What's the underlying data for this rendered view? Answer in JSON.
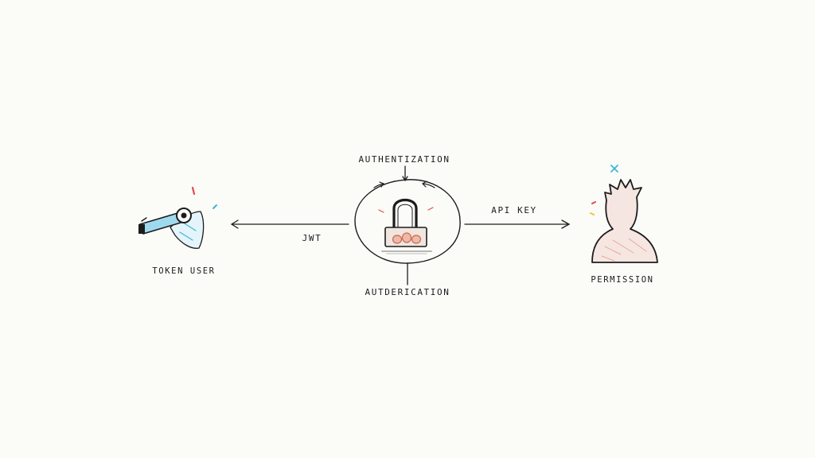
{
  "diagram": {
    "top_label": "AUTHENTIZATION",
    "bottom_label": "AUTDERICATION",
    "left_edge_label": "JWT",
    "right_edge_label": "API KEY",
    "left_node_label": "TOKEN USER",
    "right_node_label": "PERMISSION",
    "center_icon": "padlock-icon",
    "left_icon": "key-card-icon",
    "right_icon": "person-silhouette-icon"
  },
  "colors": {
    "ink": "#1c1c1c",
    "accent_blue": "#3db6d8",
    "accent_red": "#e24b4b",
    "accent_yellow": "#f2c230",
    "lock_body_fill": "#f1e6df",
    "person_fill": "#f6e6e1"
  }
}
